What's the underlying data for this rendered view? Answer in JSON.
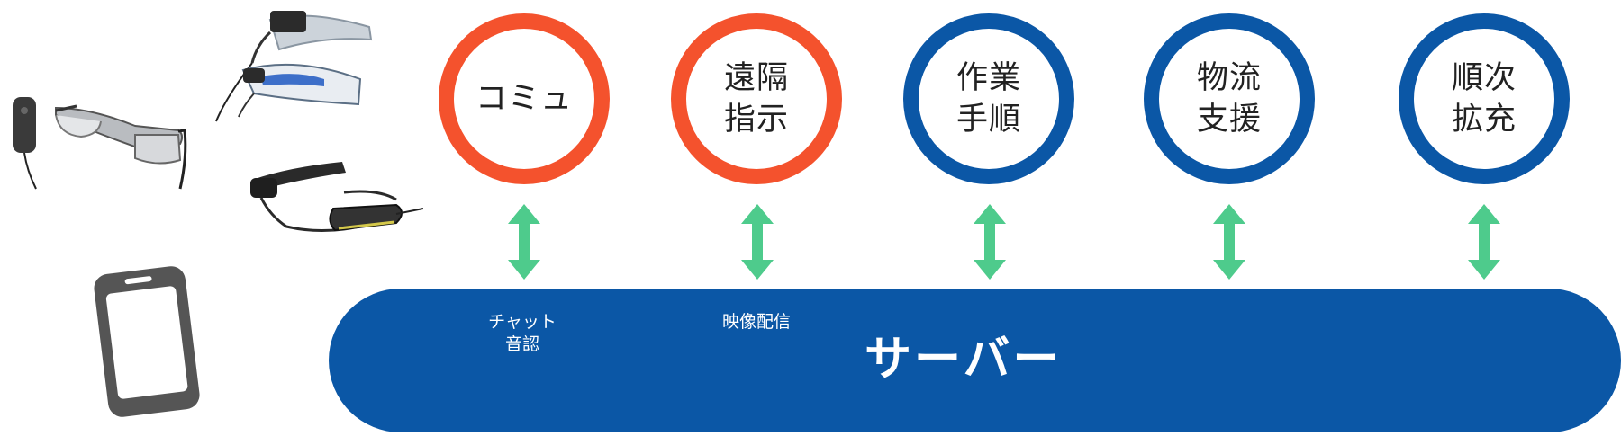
{
  "circles": [
    {
      "label": "コミュ",
      "ring": "#f4522d"
    },
    {
      "label": "遠隔\n指示",
      "ring": "#f4522d"
    },
    {
      "label": "作業\n手順",
      "ring": "#0b57a6"
    },
    {
      "label": "物流\n支援",
      "ring": "#0b57a6"
    },
    {
      "label": "順次\n拡充",
      "ring": "#0b57a6"
    }
  ],
  "server": {
    "label": "サーバー",
    "color": "#0b57a6",
    "features": [
      {
        "label": "チャット\n音認"
      },
      {
        "label": "映像配信"
      }
    ]
  },
  "arrow_color": "#4ecb8c",
  "devices": [
    {
      "name": "smart-glasses-with-controller"
    },
    {
      "name": "safety-glasses-headset"
    },
    {
      "name": "monocular-smart-glasses"
    },
    {
      "name": "smartphone"
    }
  ]
}
